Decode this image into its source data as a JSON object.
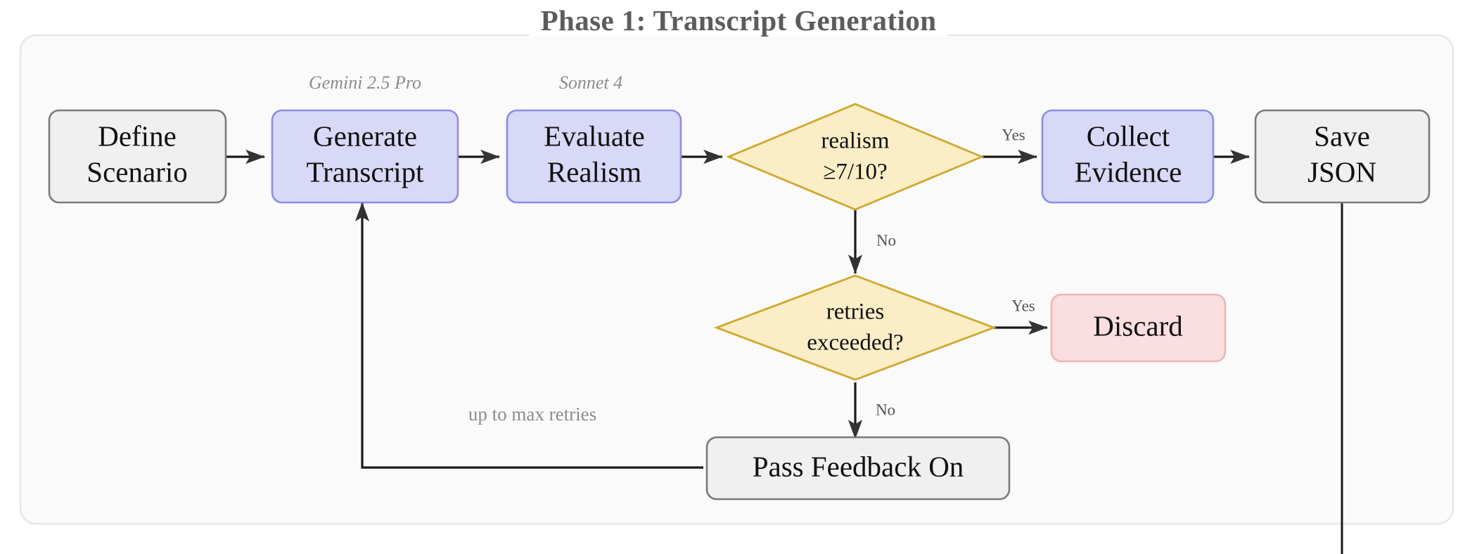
{
  "title": "Phase 1: Transcript Generation",
  "colors": {
    "panel_fill": "#fafafa",
    "panel_border": "#e2e2e2",
    "gray_node_fill": "#f0f0f0",
    "gray_node_border": "#7a7a7a",
    "blue_node_fill": "#d8d8f7",
    "blue_node_border": "#8c8ce8",
    "yellow_node_fill": "#fbeec6",
    "yellow_node_border": "#cfa72c",
    "red_node_fill": "#fadee0",
    "red_node_border": "#f0b3b7",
    "edge": "#1a1a1a",
    "label_gray": "#8c8c8c",
    "title_gray": "#5c5c5c"
  },
  "nodes": [
    {
      "id": "define-scenario",
      "label_line1": "Define",
      "label_line2": "Scenario",
      "style": "gray"
    },
    {
      "id": "generate-transcript",
      "label_line1": "Generate",
      "label_line2": "Transcript",
      "style": "blue"
    },
    {
      "id": "evaluate-realism",
      "label_line1": "Evaluate",
      "label_line2": "Realism",
      "style": "blue"
    },
    {
      "id": "realism-check",
      "label_line1": "realism",
      "label_line2": "≥7/10?",
      "style": "decision"
    },
    {
      "id": "collect-evidence",
      "label_line1": "Collect",
      "label_line2": "Evidence",
      "style": "blue"
    },
    {
      "id": "save-json",
      "label_line1": "Save",
      "label_line2": "JSON",
      "style": "gray"
    },
    {
      "id": "retries-check",
      "label_line1": "retries",
      "label_line2": "exceeded?",
      "style": "decision"
    },
    {
      "id": "discard",
      "label_line1": "Discard",
      "label_line2": "",
      "style": "red"
    },
    {
      "id": "pass-feedback-on",
      "label_line1": "Pass Feedback On",
      "label_line2": "",
      "style": "gray"
    }
  ],
  "annotations": [
    {
      "id": "model-gemini",
      "text": "Gemini 2.5 Pro",
      "for": "generate-transcript"
    },
    {
      "id": "model-sonnet",
      "text": "Sonnet 4",
      "for": "evaluate-realism"
    }
  ],
  "edge_labels": {
    "realism_yes": "Yes",
    "realism_no": "No",
    "retries_yes": "Yes",
    "retries_no": "No",
    "loop_note": "up to max retries"
  }
}
